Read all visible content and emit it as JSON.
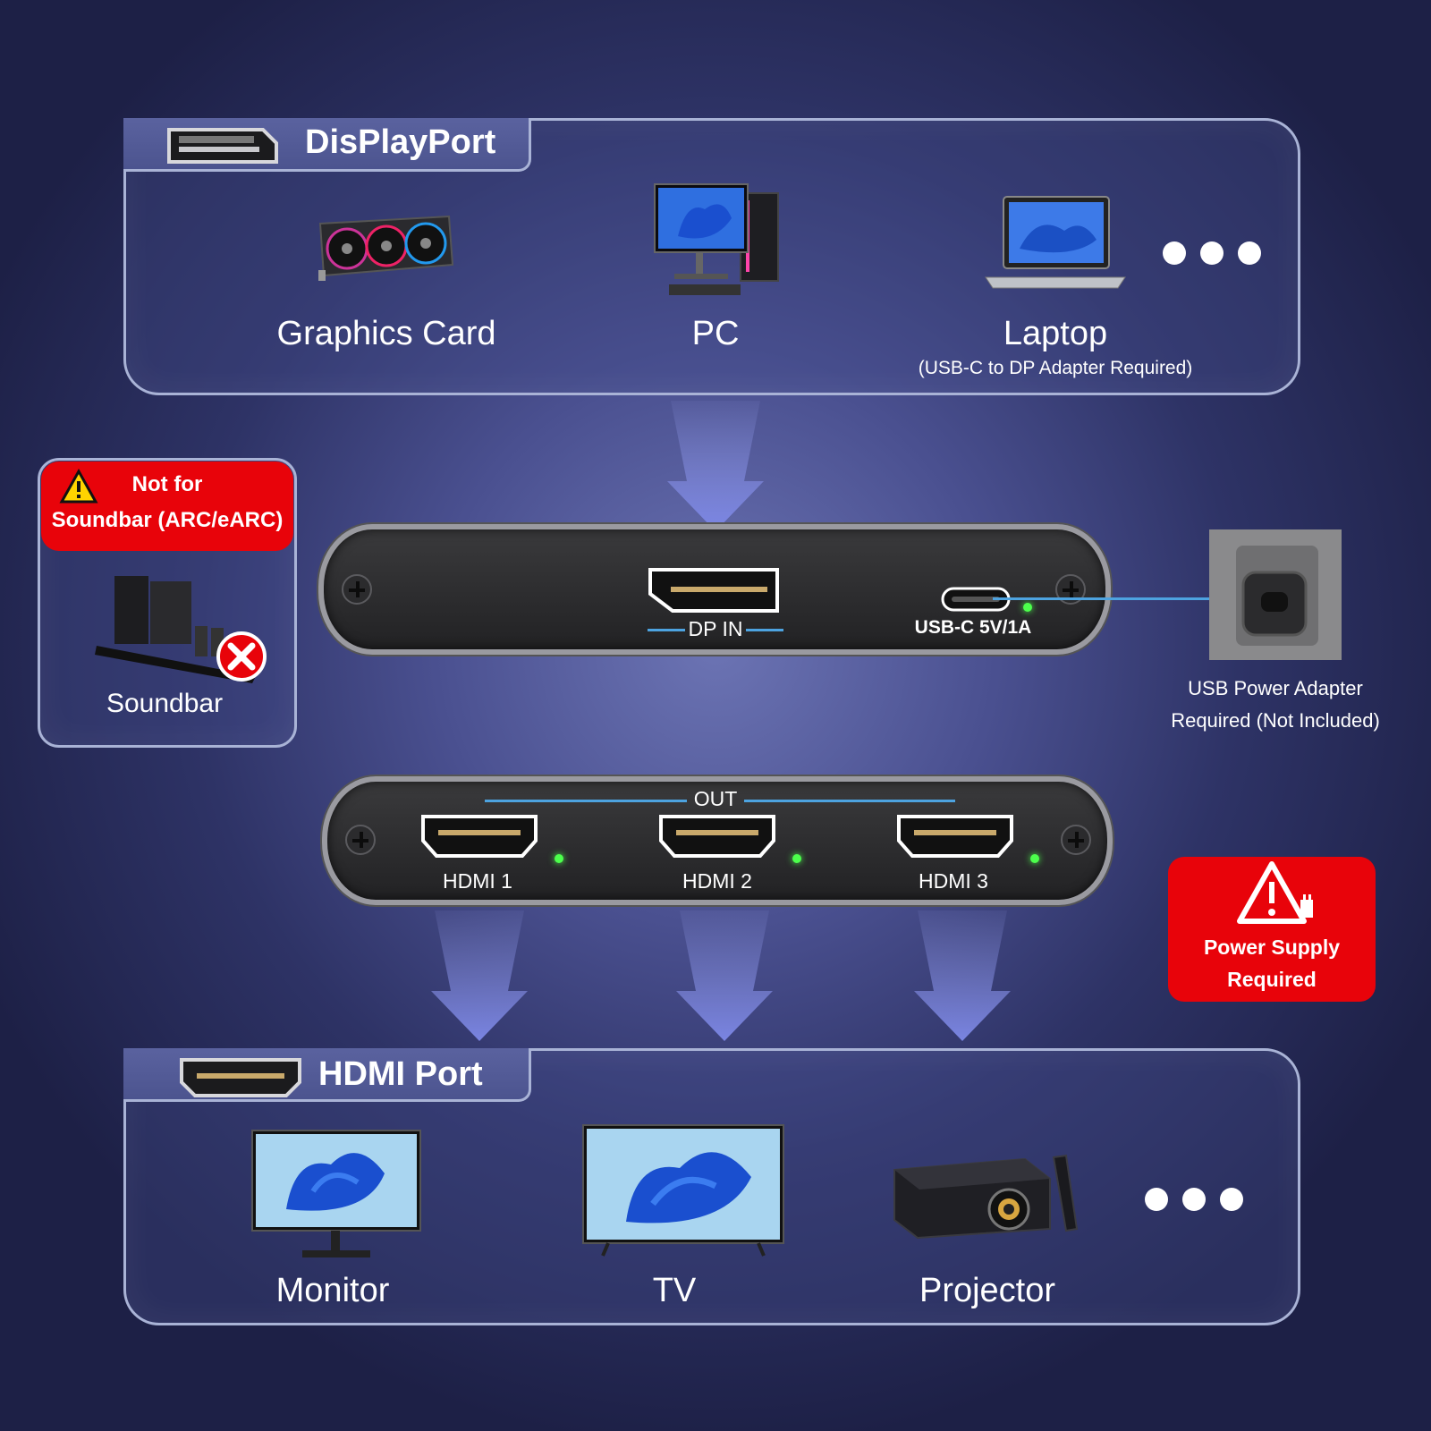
{
  "source_section": {
    "title": "DisPlayPort",
    "devices": [
      {
        "label": "Graphics Card",
        "icon": "graphics-card-icon"
      },
      {
        "label": "PC",
        "icon": "desktop-pc-icon"
      },
      {
        "label": "Laptop",
        "sublabel": "(USB-C to DP Adapter Required)",
        "icon": "laptop-icon"
      }
    ],
    "more_icon": "more-dots-icon"
  },
  "splitter_input": {
    "dp_in_label": "DP IN",
    "usb_label": "USB-C 5V/1A"
  },
  "splitter_output": {
    "out_label": "OUT",
    "ports": [
      "HDMI 1",
      "HDMI 2",
      "HDMI 3"
    ]
  },
  "power_adapter": {
    "line1": "USB Power Adapter",
    "line2": "Required (Not Included)"
  },
  "soundbar_warning": {
    "line1": "Not for",
    "line2": "Soundbar (ARC/eARC)",
    "device_label": "Soundbar",
    "icon": "warning-triangle-icon"
  },
  "power_warning": {
    "line1": "Power Supply",
    "line2": "Required",
    "icon": "power-warning-icon"
  },
  "output_section": {
    "title": "HDMI Port",
    "devices": [
      {
        "label": "Monitor",
        "icon": "monitor-icon"
      },
      {
        "label": "TV",
        "icon": "tv-icon"
      },
      {
        "label": "Projector",
        "icon": "projector-icon"
      }
    ],
    "more_icon": "more-dots-icon"
  },
  "colors": {
    "accent_blue": "#4da3e0",
    "warning_red": "#e8030a",
    "led_green": "#4cff4c"
  }
}
